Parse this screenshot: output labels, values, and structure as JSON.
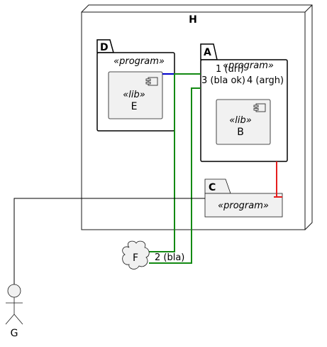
{
  "diagram": {
    "node_h": {
      "name": "H"
    },
    "package_d": {
      "name": "D",
      "stereotype": "«program»"
    },
    "package_a": {
      "name": "A",
      "stereotype": "«program»"
    },
    "package_c": {
      "name": "C",
      "stereotype": "«program»"
    },
    "component_e": {
      "name": "E",
      "stereotype": "«lib»"
    },
    "component_b": {
      "name": "B",
      "stereotype": "«lib»"
    },
    "cloud_f": {
      "name": "F"
    },
    "actor_g": {
      "name": "G"
    },
    "labels": {
      "l1": "1 (uri)",
      "l3": "3 (bla ok)",
      "l4": "4 (argh)",
      "l2": "2 (bla)"
    },
    "colors": {
      "blue": "#0000CC",
      "green": "#138A13",
      "red": "#E51E1E",
      "black": "#000000",
      "fill": "#F1F1F1",
      "stroke": "#181818"
    }
  }
}
